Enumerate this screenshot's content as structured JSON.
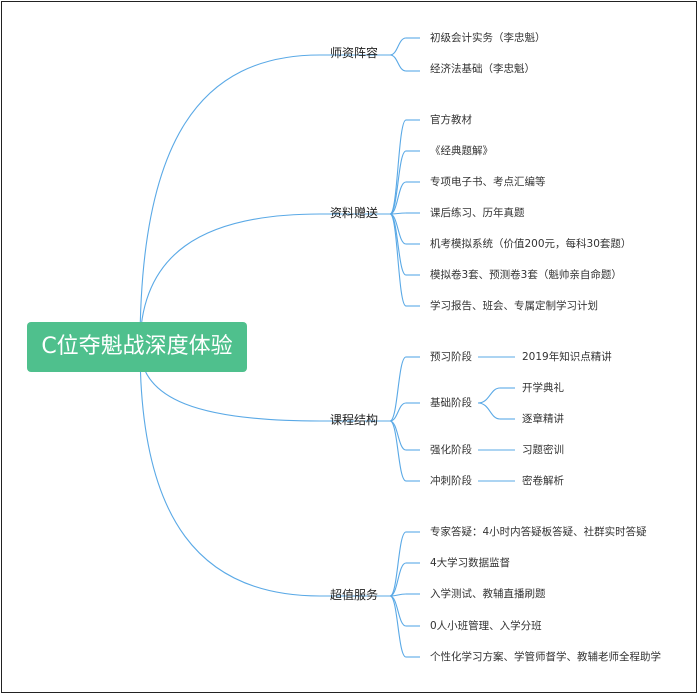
{
  "root": "C位夺魁战深度体验",
  "branches": {
    "teachers": {
      "label": "师资阵容",
      "items": [
        "初级会计实务（李忠魁）",
        "经济法基础（李忠魁）"
      ]
    },
    "materials": {
      "label": "资料赠送",
      "items": [
        "官方教材",
        "《经典题解》",
        "专项电子书、考点汇编等",
        "课后练习、历年真题",
        "机考模拟系统（价值200元，每科30套题）",
        "模拟卷3套、预测卷3套（魁帅亲自命题）",
        "学习报告、班会、专属定制学习计划"
      ]
    },
    "structure": {
      "label": "课程结构",
      "stages": [
        {
          "label": "预习阶段",
          "items": [
            "2019年知识点精讲"
          ]
        },
        {
          "label": "基础阶段",
          "items": [
            "开学典礼",
            "逐章精讲"
          ]
        },
        {
          "label": "强化阶段",
          "items": [
            "习题密训"
          ]
        },
        {
          "label": "冲刺阶段",
          "items": [
            "密卷解析"
          ]
        }
      ]
    },
    "services": {
      "label": "超值服务",
      "items": [
        "专家答疑：4小时内答疑板答疑、社群实时答疑",
        "4大学习数据监督",
        "入学测试、教辅直播刷题",
        "0人小班管理、入学分班",
        "个性化学习方案、学管师督学、教辅老师全程助学"
      ]
    }
  },
  "colors": {
    "root_bg": "#4fc08d",
    "line": "#5aa9e6"
  }
}
